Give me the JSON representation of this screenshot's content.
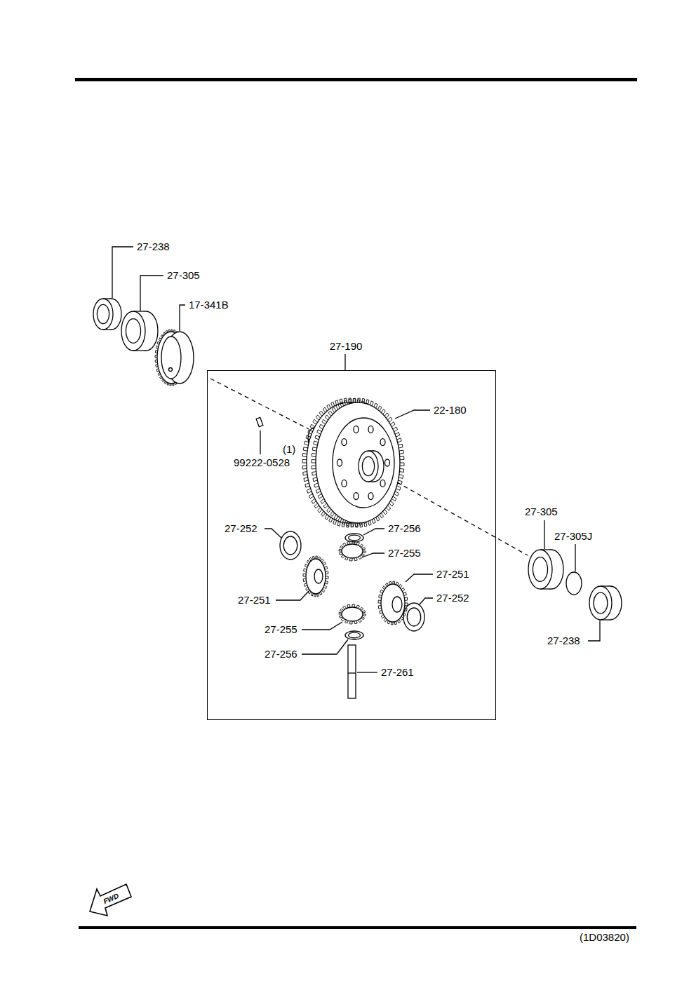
{
  "diagram": {
    "nodes": [
      {
        "text": [
          "27-190"
        ]
      }
    ],
    "labels": [
      "27-238",
      "27-305",
      "17-341B",
      "22-180",
      "99222-0528",
      "(1)",
      "27-252",
      "27-256",
      "27-255",
      "27-251",
      "27-251",
      "27-252",
      "27-255",
      "27-256",
      "27-261",
      "27-305",
      "27-305J",
      "27-238",
      "FWD",
      "(1D03820)"
    ]
  }
}
